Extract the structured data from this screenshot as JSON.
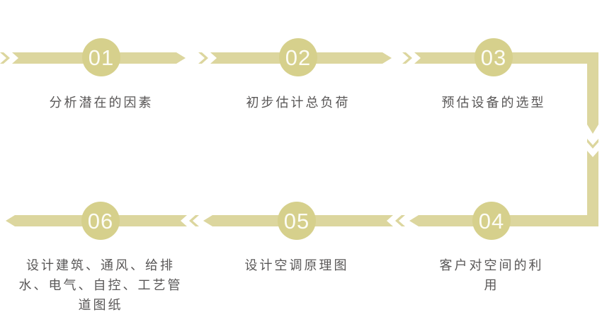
{
  "diagram": {
    "title": "design-process-flow",
    "steps": [
      {
        "number": "01",
        "label": "分析潜在的因素"
      },
      {
        "number": "02",
        "label": "初步估计总负荷"
      },
      {
        "number": "03",
        "label": "预估设备的选型"
      },
      {
        "number": "04",
        "label": "客户对空间的利\n用"
      },
      {
        "number": "05",
        "label": "设计空调原理图"
      },
      {
        "number": "06",
        "label": "设计建筑、通风、给排\n水、电气、自控、工艺管\n道图纸"
      }
    ]
  },
  "colors": {
    "arrow": "#dcd69e",
    "circle": "#d6d08c",
    "number": "#fcfcf4",
    "label": "#595757",
    "background": "#ffffff"
  }
}
